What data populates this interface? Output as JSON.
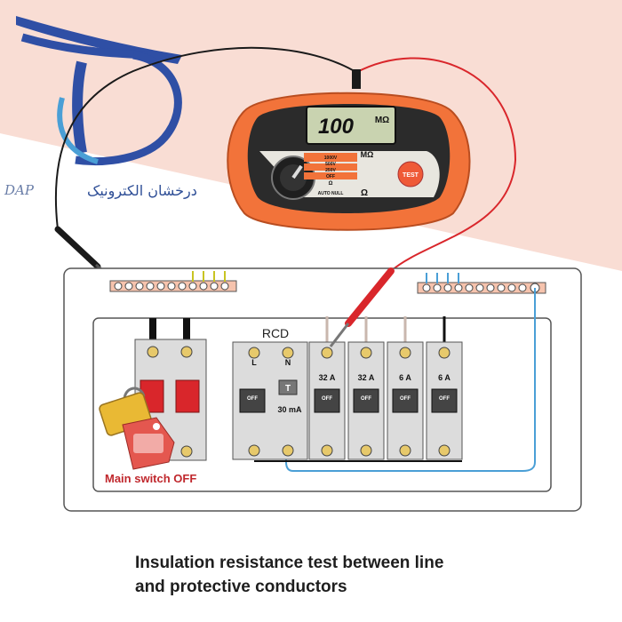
{
  "colors": {
    "background_pink": "#f9ddd4",
    "meter_orange": "#f2733a",
    "meter_dark": "#2b2b2b",
    "display_green": "#c9d3b0",
    "test_button": "#ef5a37",
    "red_lead": "#d9262b",
    "black_lead": "#1a1a1a",
    "earth_wire": "#4a9fd6",
    "breaker_grey": "#d9d9d9",
    "main_switch_red": "#d9262b",
    "lock_yellow": "#e9b934",
    "tag_red": "#e4574f",
    "logo_blue": "#2f4fa5",
    "caption_text": "#1e1e1e",
    "label_red": "#c0282d"
  },
  "watermark": {
    "latin": "DAP",
    "arabic": "درخشان الکترونیک"
  },
  "meter": {
    "reading": "100",
    "unit": "MΩ",
    "range_unit": "MΩ",
    "ohm_unit": "Ω",
    "test_label": "TEST",
    "dial_labels": [
      "1000V",
      "500V",
      "250V",
      "OFF",
      "Ω",
      "AUTO NULL"
    ]
  },
  "board": {
    "rcd_label": "RCD",
    "rcd_terminal_left": "L",
    "rcd_terminal_right": "N",
    "rcd_test_button": "T",
    "rcd_rating": "30 mA",
    "off_label": "OFF",
    "breakers": [
      {
        "rating": "32 A"
      },
      {
        "rating": "32 A"
      },
      {
        "rating": "6 A"
      },
      {
        "rating": "6 A"
      }
    ],
    "main_switch_label": "Main switch OFF"
  },
  "caption": {
    "line1": "Insulation resistance test between line",
    "line2": "and protective conductors"
  }
}
